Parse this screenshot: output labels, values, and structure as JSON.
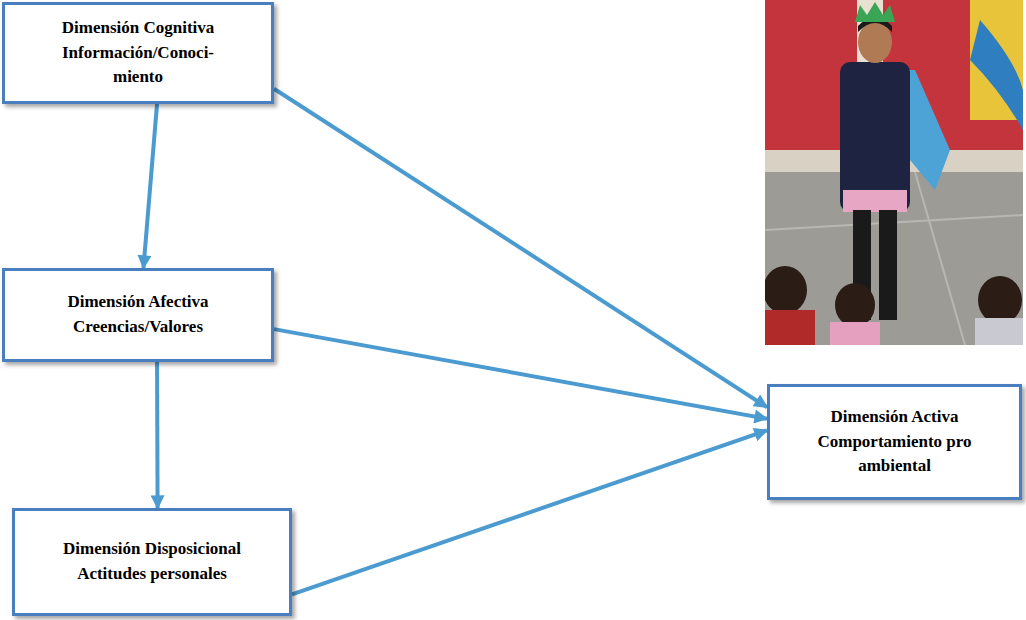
{
  "diagram": {
    "nodes": [
      {
        "text": [
          "Dimensión Cognitiva",
          "Información/Conoci- miento"
        ]
      },
      {
        "text": [
          "Dimensión Afectiva",
          "Creencias/Valores"
        ]
      },
      {
        "text": [
          "Dimensión Disposicional",
          "Actitudes personales"
        ]
      },
      {
        "text": [
          "Dimensión Activa",
          "Comportamiento pro ambiental"
        ]
      }
    ],
    "edges": [
      {
        "from": 0,
        "to": 1,
        "arrow": "to"
      },
      {
        "from": 1,
        "to": 2,
        "arrow": "to"
      },
      {
        "from": 0,
        "to": 3,
        "arrow": "to"
      },
      {
        "from": 1,
        "to": 3,
        "arrow": "to"
      },
      {
        "from": 2,
        "to": 3,
        "arrow": "to"
      }
    ]
  }
}
